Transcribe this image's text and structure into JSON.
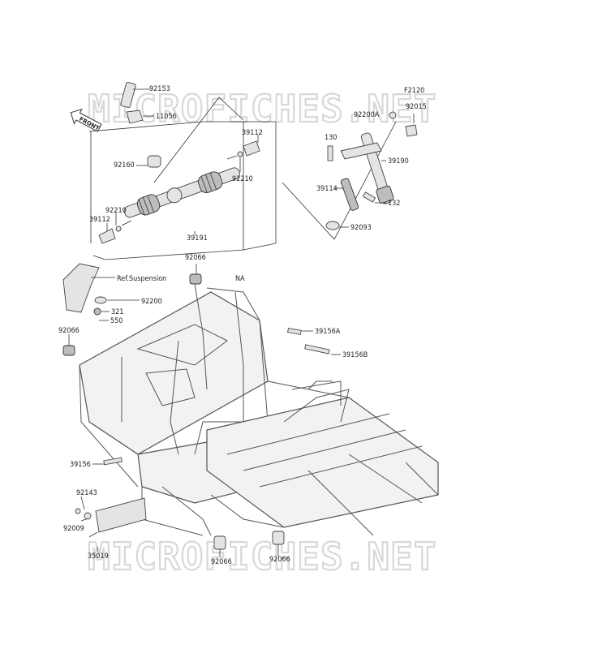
{
  "watermark": {
    "top": "MICROFICHES.NET",
    "bottom": "MICROFICHES.NET"
  },
  "front_label": "FRONT",
  "labels": {
    "p92153": "92153",
    "p11056": "11056",
    "p92160": "92160",
    "p39112_top": "39112",
    "p92210_top": "92210",
    "p92210_left": "92210",
    "p39112_left": "39112",
    "p39191": "39191",
    "p92066_top": "92066",
    "ref_suspension": "Ref.Suspension",
    "p92200": "92200",
    "p321": "321",
    "p550": "550",
    "p92066_left": "92066",
    "na": "NA",
    "f2120": "F2120",
    "p92015": "92015",
    "p92200a": "92200A",
    "p130": "130",
    "p39190": "39190",
    "p39114": "39114",
    "p132": "132",
    "p92093": "92093",
    "p39156a": "39156A",
    "p39156b": "39156B",
    "p39156": "39156",
    "p92143": "92143",
    "p92009": "92009",
    "p35019": "35019",
    "p92066_bl": "92066",
    "p92066_br": "92066"
  }
}
